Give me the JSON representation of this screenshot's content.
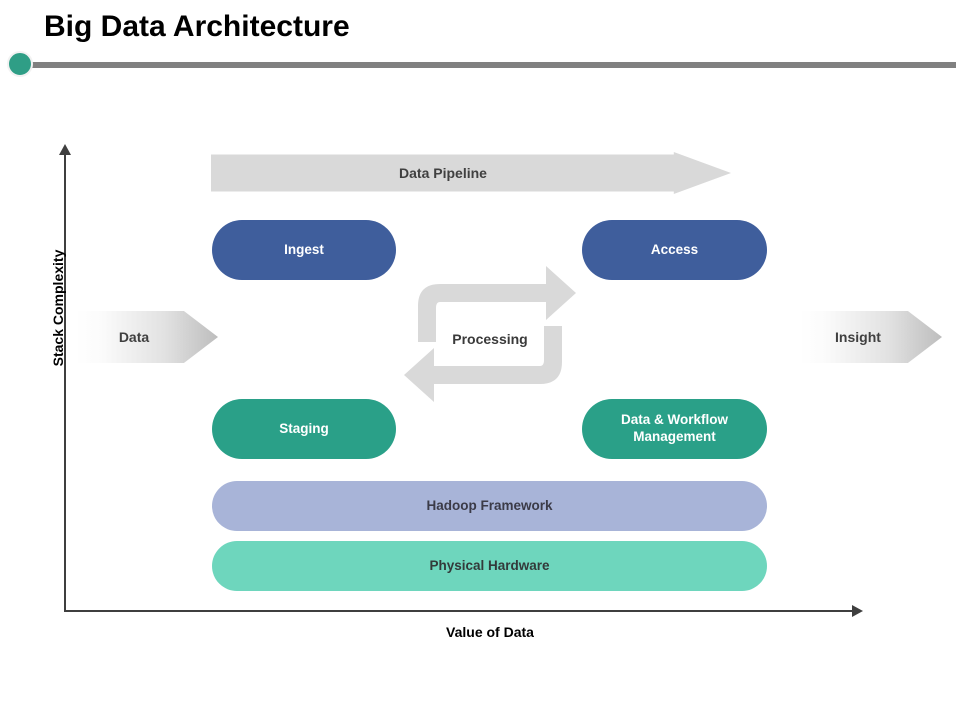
{
  "slide": {
    "title": "Big Data Architecture"
  },
  "axes": {
    "y_label": "Stack Complexity",
    "x_label": "Value of Data"
  },
  "diagram": {
    "pipeline_banner": {
      "label": "Data Pipeline",
      "color": "#d9d9d9"
    },
    "input_banner": {
      "label": "Data"
    },
    "output_banner": {
      "label": "Insight"
    },
    "cycle": {
      "label": "Processing",
      "color": "#d9d9d9"
    },
    "blocks": [
      {
        "label": "Ingest",
        "color": "#3f5e9c"
      },
      {
        "label": "Access",
        "color": "#3f5e9c"
      },
      {
        "label": "Staging",
        "color": "#2aa088"
      },
      {
        "label": "Data & Workflow\nManagement",
        "line1": "Data & Workflow",
        "line2": "Management",
        "color": "#2aa088"
      },
      {
        "label": "Hadoop Framework",
        "color": "#a8b4d8"
      },
      {
        "label": "Physical Hardware",
        "color": "#6ed6bd"
      }
    ]
  },
  "theme": {
    "accent": "#2f9e86",
    "rule": "#808080",
    "axis": "#3f3f3f"
  }
}
